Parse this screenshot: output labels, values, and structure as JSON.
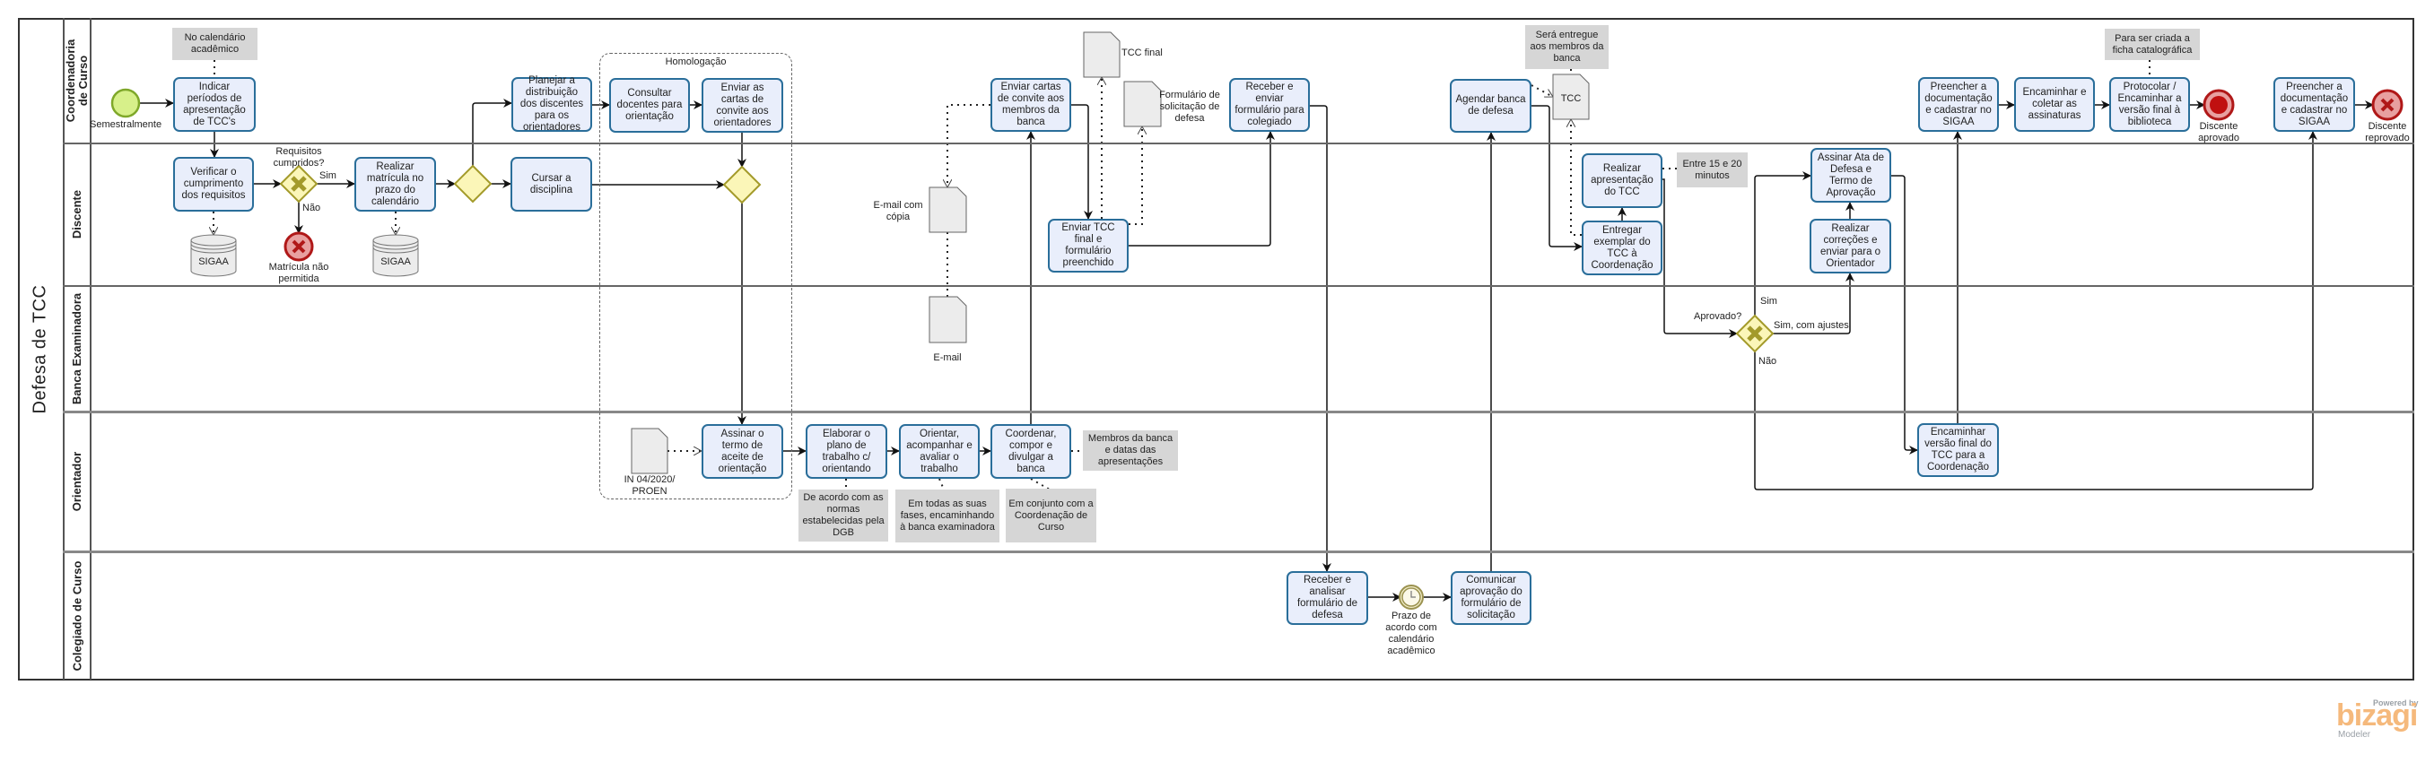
{
  "pool": {
    "title": "Defesa de TCC"
  },
  "lanes": [
    {
      "label": "Coordenadoria de Curso"
    },
    {
      "label": "Discente"
    },
    {
      "label": "Banca Examinadora"
    },
    {
      "label": "Orientador"
    },
    {
      "label": "Colegiado de Curso"
    }
  ],
  "events": {
    "start": {
      "label": "Semestralmente",
      "type": "start",
      "color": "#d7f08a"
    },
    "end_matricula": {
      "label": "Matrícula não permitida",
      "type": "end-error",
      "color": "#e8a0a0"
    },
    "end_aprovado": {
      "label": "Discente aprovado",
      "type": "end-terminate",
      "color": "#e8a0a0"
    },
    "end_reprovado": {
      "label": "Discente reprovado",
      "type": "end-error",
      "color": "#e8a0a0"
    },
    "timer": {
      "label": "Prazo de acordo com calendário acadêmico",
      "type": "intermediate-timer"
    }
  },
  "tasks": {
    "indicar": "Indicar períodos de apresentação de TCC's",
    "verificar": "Verificar o cumprimento dos requisitos",
    "realizar_matricula": "Realizar matrícula no prazo do calendário",
    "planejar": "Planejar a distribuição dos discentes para os orientadores",
    "cursar": "Cursar a disciplina",
    "consultar": "Consultar docentes para orientação",
    "enviar_cartas_orient": "Enviar as cartas de convite aos orientadores",
    "assinar_termo": "Assinar o termo de aceite de orientação",
    "elaborar": "Elaborar o plano de trabalho c/ orientando",
    "orientar": "Orientar, acompanhar e avaliar o trabalho",
    "coordenar": "Coordenar, compor e divulgar a banca",
    "enviar_cartas_banca": "Enviar cartas de convite aos membros da banca",
    "enviar_tcc": "Enviar TCC final e formulário preenchido",
    "receber_enviar": "Receber e enviar formulário para colegiado",
    "receber_analisar": "Receber e analisar formulário de defesa",
    "comunicar": "Comunicar aprovação do formulário de solicitação",
    "agendar": "Agendar banca de defesa",
    "entregar": "Entregar exemplar do TCC à Coordenação",
    "realizar_apresentacao": "Realizar apresentação do TCC",
    "assinar_ata": "Assinar Ata de Defesa e Termo de Aprovação",
    "realizar_correcoes": "Realizar correções e enviar para o Orientador",
    "encaminhar_versao": "Encaminhar versão final do TCC para a Coordenação",
    "preencher_aprov": "Preencher a documentação e cadastrar no SIGAA",
    "encaminhar_coletar": "Encaminhar e coletar as assinaturas",
    "protocolar": "Protocolar / Encaminhar a versão final à biblioteca",
    "preencher_reprov": "Preencher a documentação e cadastrar no SIGAA"
  },
  "gateways": {
    "requisitos": {
      "label": "Requisitos cumpridos?",
      "yes": "Sim",
      "no": "Não",
      "type": "exclusive"
    },
    "parallel1": {
      "type": "parallel"
    },
    "parallel2": {
      "type": "parallel"
    },
    "aprovado": {
      "label": "Aprovado?",
      "yes": "Sim",
      "yes_adjust": "Sim, com ajustes",
      "no": "Não",
      "type": "exclusive"
    }
  },
  "group": {
    "label": "Homologação"
  },
  "annotations": {
    "calendario": "No calendário acadêmico",
    "membros_banca": "Membros da banca e datas das apresentações",
    "de_acordo": "De acordo com as normas estabelecidas pela DGB",
    "em_todas": "Em todas as suas fases, encaminhando à banca examinadora",
    "em_conjunto": "Em conjunto com a Coordenação de Curso",
    "sera_entregue": "Será entregue aos membros da banca",
    "entre_15": "Entre 15 e 20 minutos",
    "ficha": "Para ser criada a ficha catalográfica"
  },
  "data_objects": {
    "sigaa1": "SIGAA",
    "sigaa2": "SIGAA",
    "in_proen": "IN 04/2020/ PROEN",
    "email_copia": "E-mail com cópia",
    "email": "E-mail",
    "tcc_final": "TCC final",
    "formulario": "Formulário de solicitação de defesa",
    "tcc": "TCC"
  },
  "branding": {
    "powered": "Powered by",
    "name": "bizagi",
    "product": "Modeler",
    "color": "#f5b97c"
  }
}
